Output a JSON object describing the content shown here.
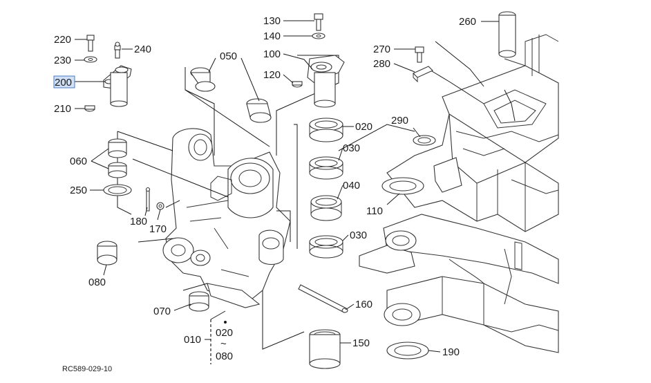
{
  "figure_code": "RC589-029-10",
  "selected_label": "200",
  "range_label": {
    "from": "020",
    "tilde": "~",
    "to": "080",
    "group": "010"
  },
  "callouts": {
    "c220": "220",
    "c230": "230",
    "c240": "240",
    "c200": "200",
    "c210": "210",
    "c060": "060",
    "c250": "250",
    "c180": "180",
    "c170": "170",
    "c080": "080",
    "c070": "070",
    "c050": "050",
    "c130": "130",
    "c140": "140",
    "c100": "100",
    "c120": "120",
    "c020": "020",
    "c030a": "030",
    "c040": "040",
    "c030b": "030",
    "c160": "160",
    "c150": "150",
    "c110": "110",
    "c290": "290",
    "c270": "270",
    "c280": "280",
    "c260": "260",
    "c190": "190"
  }
}
